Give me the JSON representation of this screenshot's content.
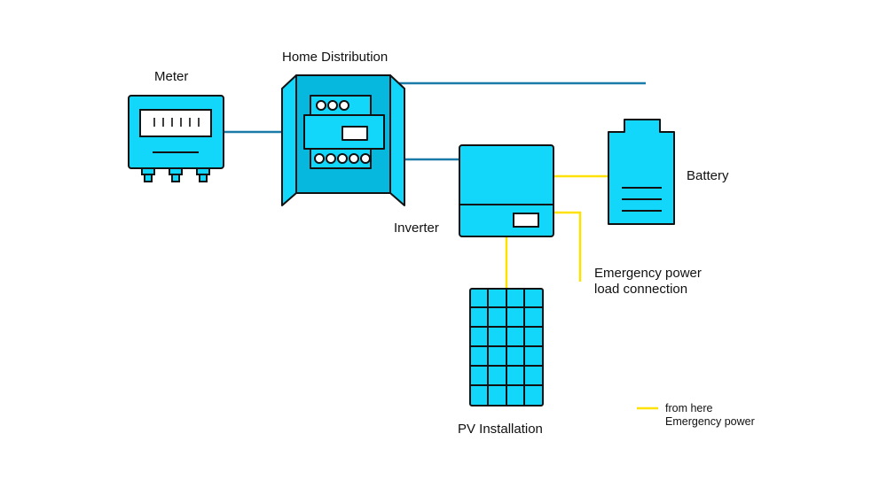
{
  "labels": {
    "meter": "Meter",
    "home_distribution": "Home Distribution",
    "inverter": "Inverter",
    "battery": "Battery",
    "emergency_load_line1": "Emergency power",
    "emergency_load_line2": "load connection",
    "pv_installation": "PV Installation"
  },
  "legend": {
    "line1": "from here",
    "line2": "Emergency power",
    "swatch_color": "#FFE100"
  },
  "colors": {
    "device_fill": "#12D6FA",
    "device_fill_dark": "#06B7DE",
    "outline": "#111111",
    "grid_line": "#1A7BA8",
    "emergency_line": "#FFE100"
  }
}
